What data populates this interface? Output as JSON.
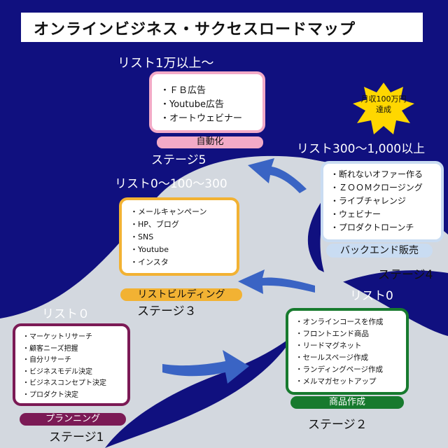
{
  "title": "オンラインビジネス・サクセスロードマップ",
  "colors": {
    "background": "#10107f",
    "road": "#d3d8df",
    "arrow": "#3a64c4",
    "stage1": "#7b1a55",
    "stage2": "#177a2e",
    "stage3": "#f2b233",
    "stage4": "#c9dcf2",
    "stage5": "#f2aac7",
    "star": "#ffd700"
  },
  "goal": {
    "line1": "月収100万円",
    "line2": "達成"
  },
  "stages": {
    "s1": {
      "list_label": "リスト０",
      "items": [
        "・マーケットリサーチ",
        "・顧客ニーズ把握",
        "・自分リサーチ",
        "・ビジネスモデル決定",
        "・ビジネスコンセプト決定",
        "・プロダクト決定"
      ],
      "tag": "プランニング",
      "stage": "ステージ1"
    },
    "s2": {
      "list_label": "リスト0",
      "items": [
        "・オンラインコースを作成",
        "・フロントエンド商品",
        "・リードマグネット",
        "・セールスページ作成",
        "・ランディングページ作成",
        "・メルマガセットアップ"
      ],
      "tag": "商品作成",
      "stage": "ステージ２"
    },
    "s3": {
      "list_label": "リスト0〜100〜300",
      "items": [
        "・メールキャンペーン",
        "・HP、ブログ",
        "・SNS",
        "・Youtube",
        "・インスタ"
      ],
      "tag": "リストビルディング",
      "stage": "ステージ３"
    },
    "s4": {
      "list_label": "リスト300〜1,000以上",
      "items": [
        "・断れないオファー作る",
        "・ＺＯＯＭクロージング",
        "・ライブチャレンジ",
        "・ウェビナー",
        "・プロダクトローンチ"
      ],
      "tag": "バックエンド販売",
      "stage": "ステージ4"
    },
    "s5": {
      "list_label": "リスト1万以上〜",
      "items": [
        "・ＦＢ広告",
        "・Youtube広告",
        "・オートウェビナー"
      ],
      "tag": "自動化",
      "stage": "ステージ5"
    }
  }
}
